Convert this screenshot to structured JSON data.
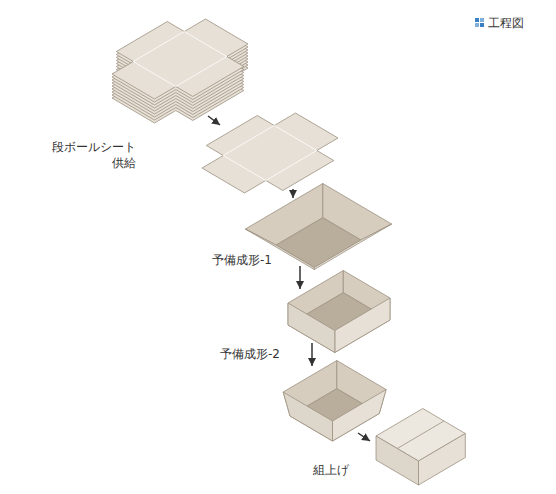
{
  "diagram": {
    "title": "工程図",
    "labels": [
      "段ボールシート 供給",
      "予備成形-1",
      "予備成形-2",
      "組上げ"
    ]
  }
}
